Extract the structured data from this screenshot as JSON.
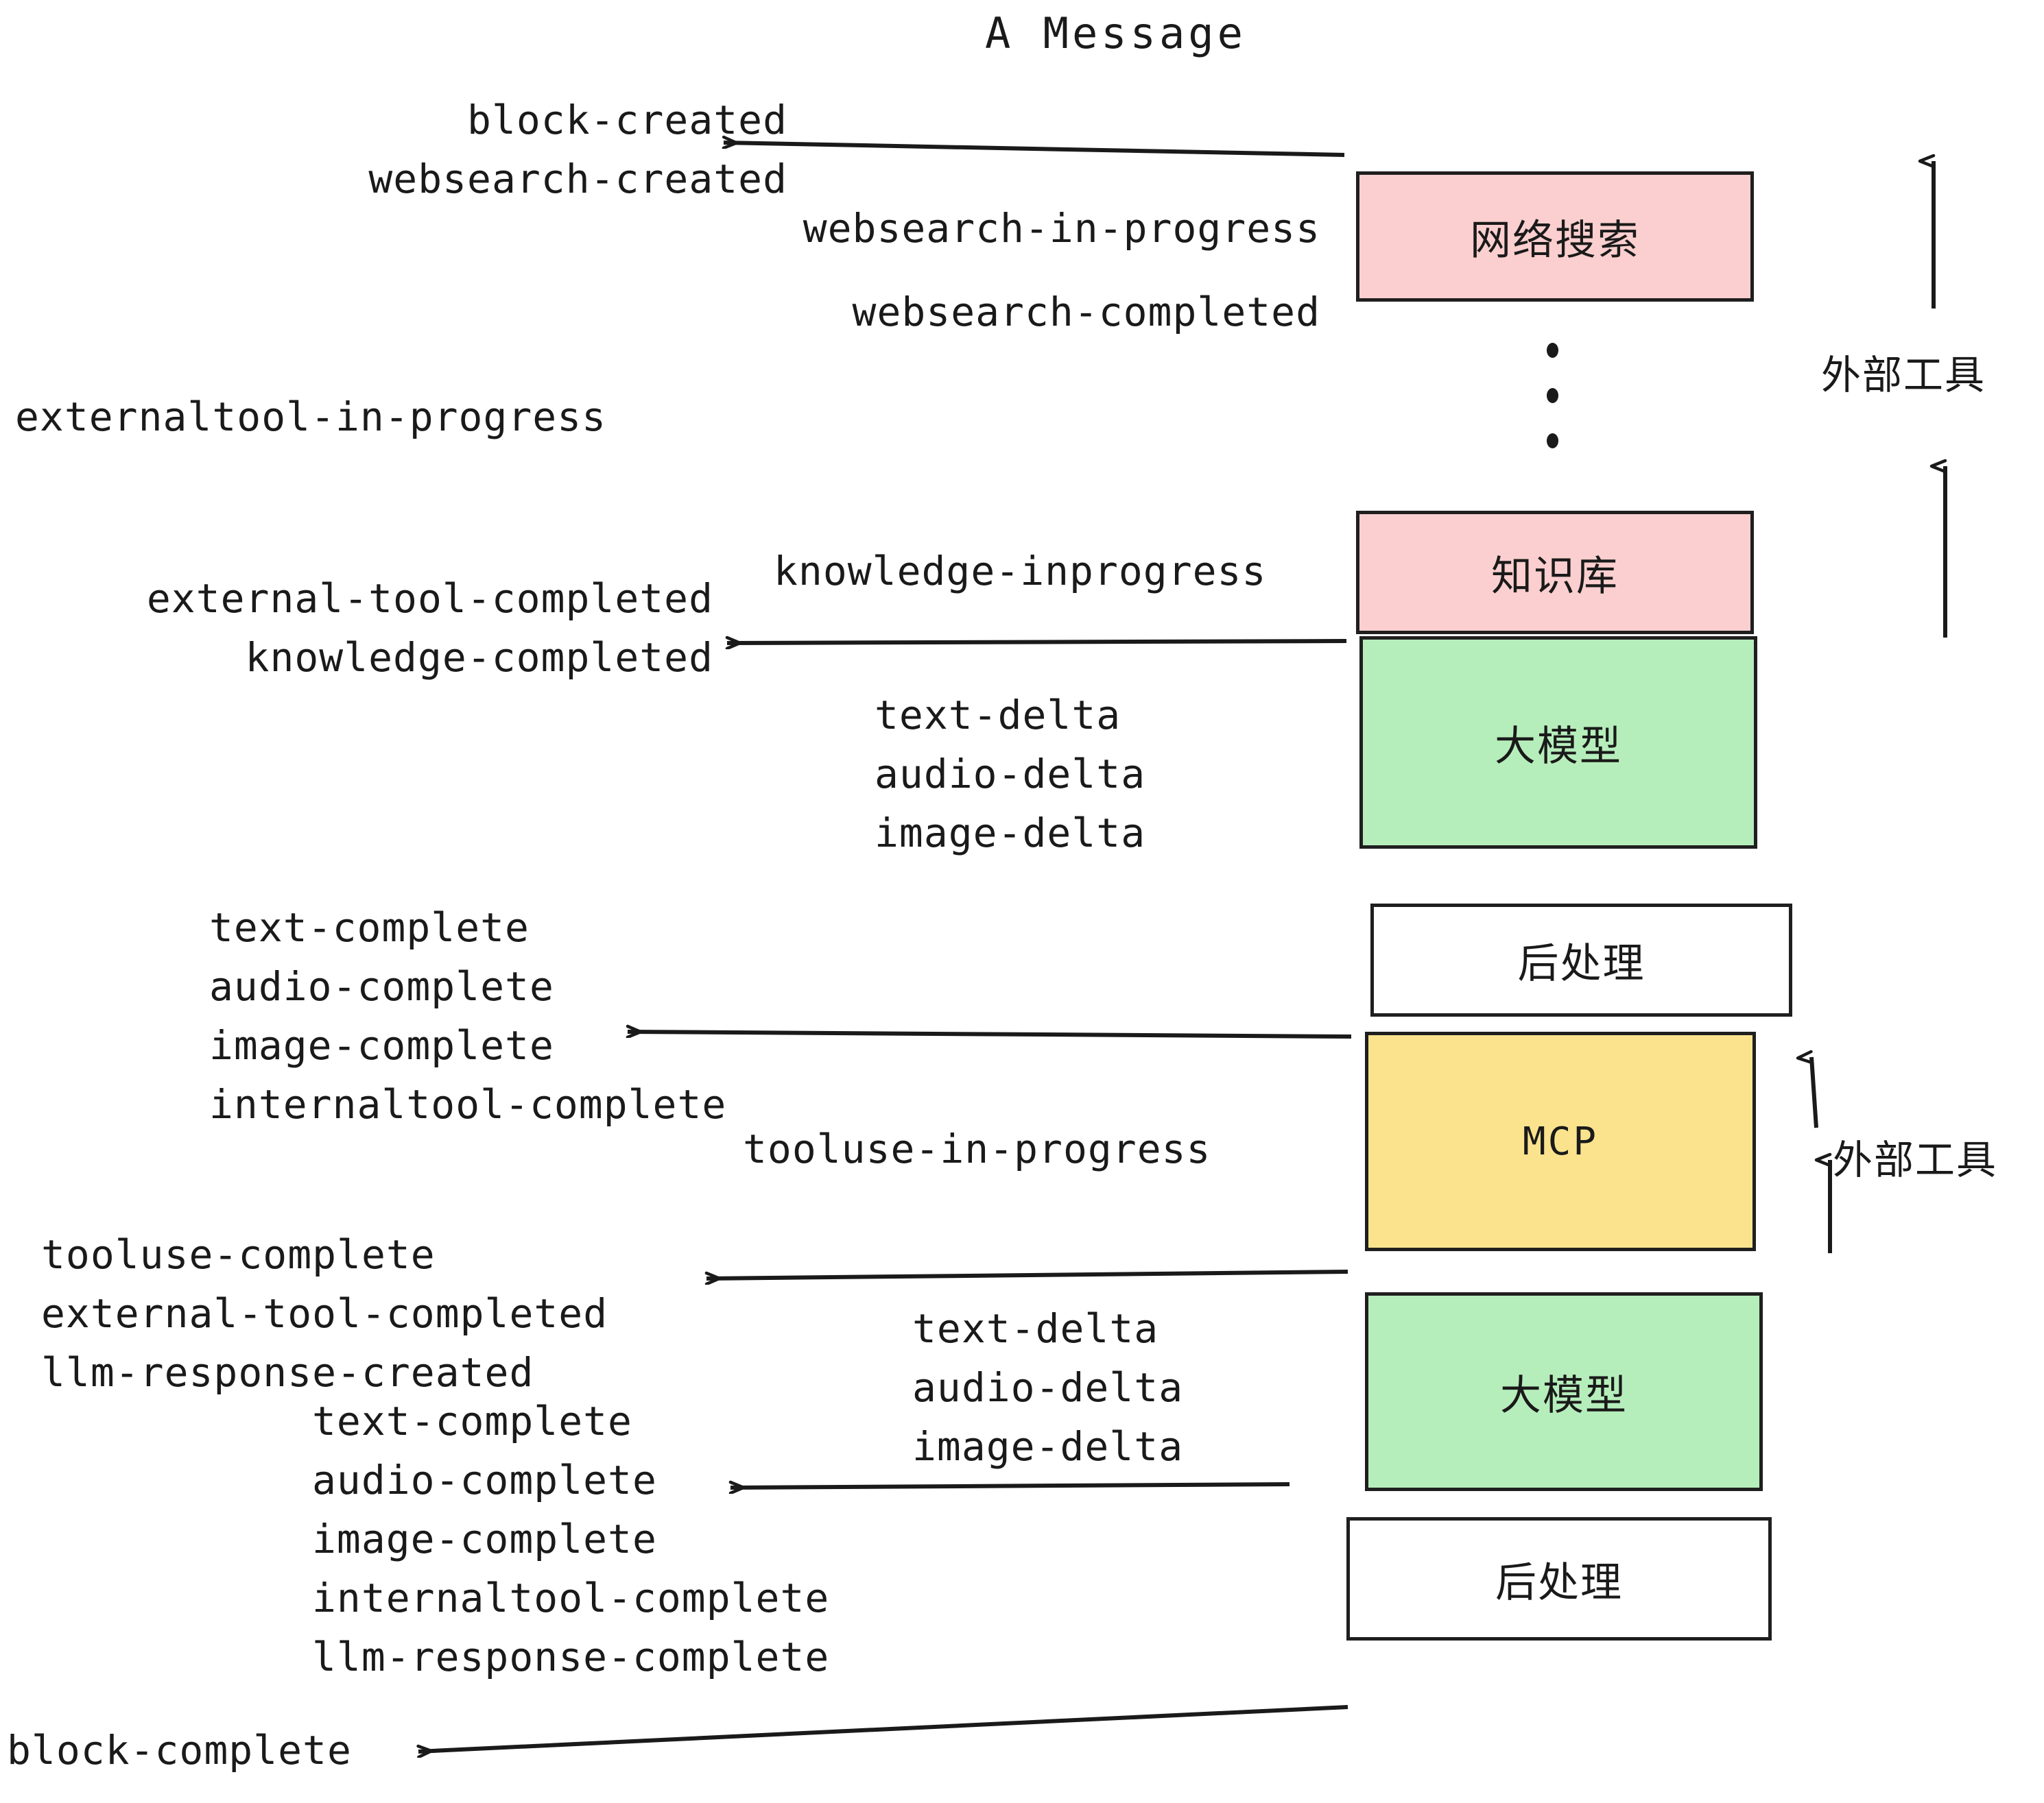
{
  "title": "A Message",
  "colors": {
    "pink": "#fbcfcf",
    "green": "#b6eebb",
    "yellow": "#fbe38e",
    "white": "#ffffff",
    "stroke": "#1f1f1f",
    "text": "#1a1a1a",
    "background": "#ffffff"
  },
  "boxes": {
    "websearch": "网络搜索",
    "knowledge": "知识库",
    "llm_first": "大模型",
    "postprocess_first": "后处理",
    "mcp": "MCP",
    "llm_second": "大模型",
    "postprocess_second": "后处理"
  },
  "side_labels": {
    "external_tool_top": "外部工具",
    "external_tool_bottom": "外部工具"
  },
  "events": {
    "block_created": "block-created",
    "websearch_created": "websearch-created",
    "websearch_in_progress": "websearch-in-progress",
    "websearch_completed": "websearch-completed",
    "externaltool_in_progress": "externaltool-in-progress",
    "knowledge_inprogress": "knowledge-inprogress",
    "external_tool_completed_1": "external-tool-completed",
    "knowledge_completed": "knowledge-completed",
    "text_delta_1": "text-delta",
    "audio_delta_1": "audio-delta",
    "image_delta_1": "image-delta",
    "text_complete_1": "text-complete",
    "audio_complete_1": "audio-complete",
    "image_complete_1": "image-complete",
    "internaltool_complete_1": "internaltool-complete",
    "tooluse_in_progress": "tooluse-in-progress",
    "tooluse_complete": "tooluse-complete",
    "external_tool_completed_2": "external-tool-completed",
    "llm_response_created": "llm-response-created",
    "text_delta_2": "text-delta",
    "audio_delta_2": "audio-delta",
    "image_delta_2": "image-delta",
    "text_complete_2": "text-complete",
    "audio_complete_2": "audio-complete",
    "image_complete_2": "image-complete",
    "internaltool_complete_2": "internaltool-complete",
    "llm_response_complete": "llm-response-complete",
    "block_complete": "block-complete"
  }
}
